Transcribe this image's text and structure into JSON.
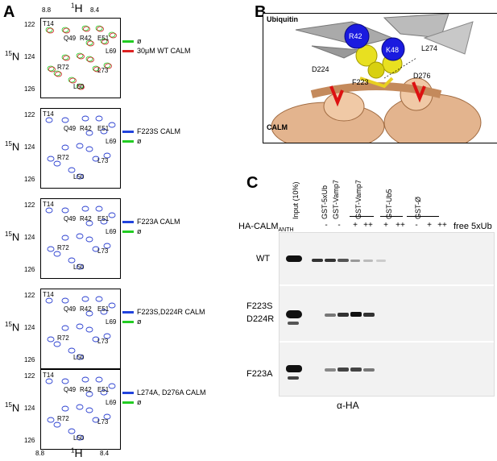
{
  "panels": {
    "a": "A",
    "b": "B",
    "c": "C"
  },
  "nmr": {
    "top_axis_label": "1H",
    "bottom_axis_label": "1H",
    "top_ticks": [
      "8.8",
      "8.4"
    ],
    "bottom_ticks": [
      "8.8",
      "8.4"
    ],
    "y_axis_label": "15N",
    "y_ticks": [
      "122",
      "124",
      "126"
    ],
    "spectra": [
      {
        "legend": [
          {
            "text": "ø",
            "color": "#22cc22"
          },
          {
            "text": "30μM WT CALM",
            "color": "#dd2222"
          }
        ],
        "peaks": [
          "T14",
          "Q49",
          "R42",
          "E51",
          "L69",
          "R72",
          "L73",
          "L50"
        ]
      },
      {
        "legend": [
          {
            "text": "F223S CALM",
            "color": "#2244dd"
          },
          {
            "text": "ø",
            "color": "#22cc22"
          }
        ],
        "peaks": [
          "T14",
          "Q49",
          "R42",
          "E51",
          "L69",
          "R72",
          "L73",
          "L50"
        ]
      },
      {
        "legend": [
          {
            "text": "F223A CALM",
            "color": "#2244dd"
          },
          {
            "text": "ø",
            "color": "#22cc22"
          }
        ],
        "peaks": [
          "T14",
          "Q49",
          "R42",
          "E51",
          "L69",
          "R72",
          "L73",
          "L50"
        ]
      },
      {
        "legend": [
          {
            "text": "F223S,D224R CALM",
            "color": "#2244dd"
          },
          {
            "text": "ø",
            "color": "#22cc22"
          }
        ],
        "peaks": [
          "T14",
          "Q49",
          "R42",
          "E51",
          "L69",
          "R72",
          "L73",
          "L50"
        ]
      },
      {
        "legend": [
          {
            "text": "L274A, D276A CALM",
            "color": "#2244dd"
          },
          {
            "text": "ø",
            "color": "#22cc22"
          }
        ],
        "peaks": [
          "T14",
          "Q49",
          "R42",
          "E51",
          "L69",
          "R72",
          "L73",
          "L50"
        ]
      }
    ]
  },
  "structure": {
    "ubiquitin": "Ubiquitin",
    "calm": "CALM",
    "r42": "R42",
    "k48": "K48",
    "l274": "L274",
    "d224": "D224",
    "f223": "F223",
    "d276": "D276"
  },
  "western": {
    "columns": [
      "Input (10%)",
      "GST-5xUb",
      "GST-Vamp7",
      "GST-Vamp7",
      "GST-Ub5",
      "GST-Ø"
    ],
    "ha_label": "HA-CALM",
    "ha_sub": "ANTH",
    "free_label": "free 5xUb",
    "lanes": [
      "-",
      "-",
      "+",
      "++",
      "+",
      "++",
      "-",
      "+",
      "++"
    ],
    "rows": [
      "WT",
      "F223S",
      "D224R",
      "F223A"
    ],
    "antibody": "α-HA"
  }
}
